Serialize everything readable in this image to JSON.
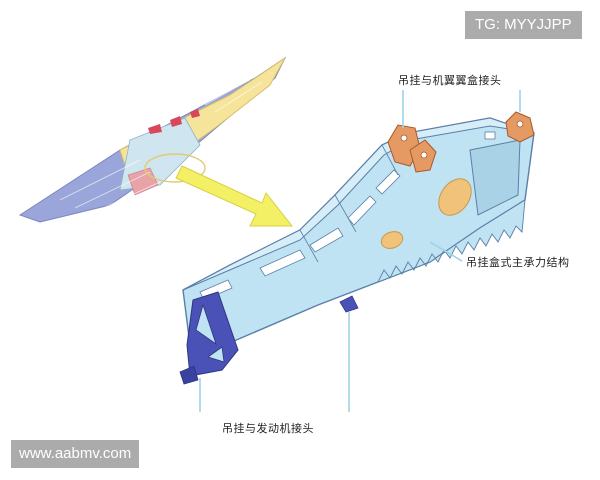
{
  "labels": {
    "wing_joint": "吊挂与机翼翼盒接头",
    "main_box": "吊挂盒式主承力结构",
    "engine_joint": "吊挂与发动机接头"
  },
  "watermarks": {
    "top": "TG: MYYJJPP",
    "bottom": "www.aabmv.com"
  },
  "colors": {
    "pylon_fill": "#bfe3f3",
    "pylon_stroke": "#5a7fa8",
    "fitting_orange": "#e69a63",
    "engine_fitting": "#4a52b8",
    "callout_line": "#9fd3e8",
    "arrow_yellow": "#f4f066",
    "wing_lower": "#9aa6d9",
    "wing_upper": "#f6e49a"
  }
}
